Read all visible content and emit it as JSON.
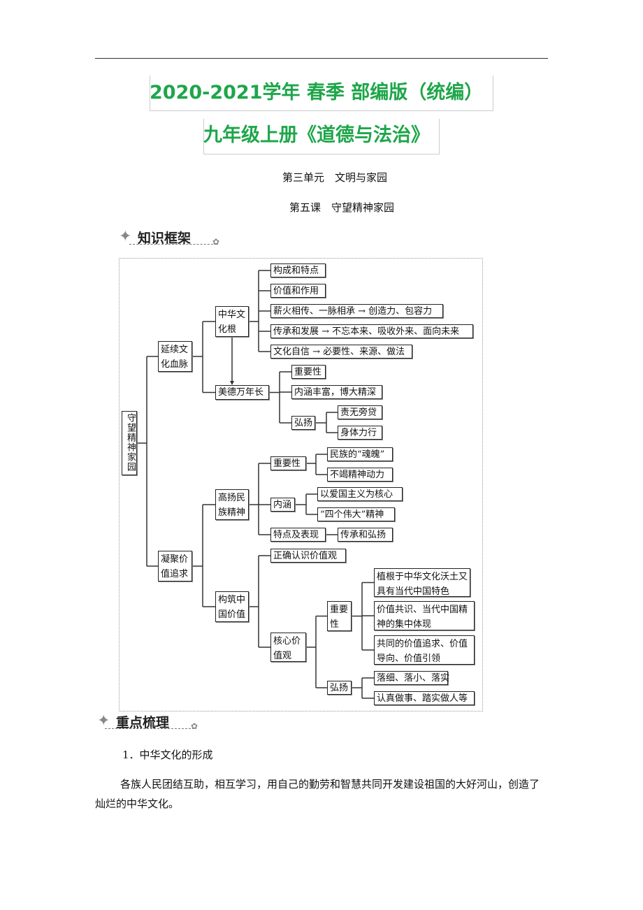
{
  "header": {
    "title_line1": "2020-2021学年 春季 部编版（统编）",
    "title_line2": "九年级上册《道德与法治》",
    "unit": "第三单元　文明与家园",
    "lesson": "第五课　守望精神家园"
  },
  "sections": {
    "framework": "知识框架",
    "key_points": "重点梳理"
  },
  "tree": {
    "root": "守望精神家园",
    "a": "延续文化血脉",
    "a1": "中华文化根",
    "a1_items": [
      "构成和特点",
      "价值和作用",
      "薪火相传、一脉相承 → 创造力、包容力",
      "传承和发展 → 不忘本来、吸收外来、面向未来",
      "文化自信 → 必要性、来源、做法"
    ],
    "a2": "美德万年长",
    "a2_items": [
      "重要性",
      "内涵丰富，博大精深",
      "弘扬"
    ],
    "a2_promote": [
      "责无旁贷",
      "身体力行"
    ],
    "b": "凝聚价值追求",
    "b1": "高扬民族精神",
    "b1_items": [
      "重要性",
      "内涵",
      "特点及表现"
    ],
    "b1_importance": [
      "民族的“魂魄”",
      "不竭精神动力"
    ],
    "b1_content": [
      "以爱国主义为核心",
      "“四个伟大”精神"
    ],
    "b1_feature": "传承和弘扬",
    "b2": "构筑中国价值",
    "b2_items": [
      "正确认识价值观",
      "核心价值观"
    ],
    "b2_core": [
      "重要性",
      "弘扬"
    ],
    "b2_importance": [
      "植根于中华文化沃土又具有当代中国特色",
      "价值共识、当代中国精神的集中体现",
      "共同的价值追求、价值导向、价值引领"
    ],
    "b2_promote": [
      "落细、落小、落实",
      "认真做事、踏实做人等"
    ]
  },
  "body": {
    "heading": "1．中华文化的形成",
    "paragraph": "各族人民团结互助，相互学习，用自己的勤劳和智慧共同开发建设祖国的大好河山，创造了灿烂的中华文化。"
  }
}
